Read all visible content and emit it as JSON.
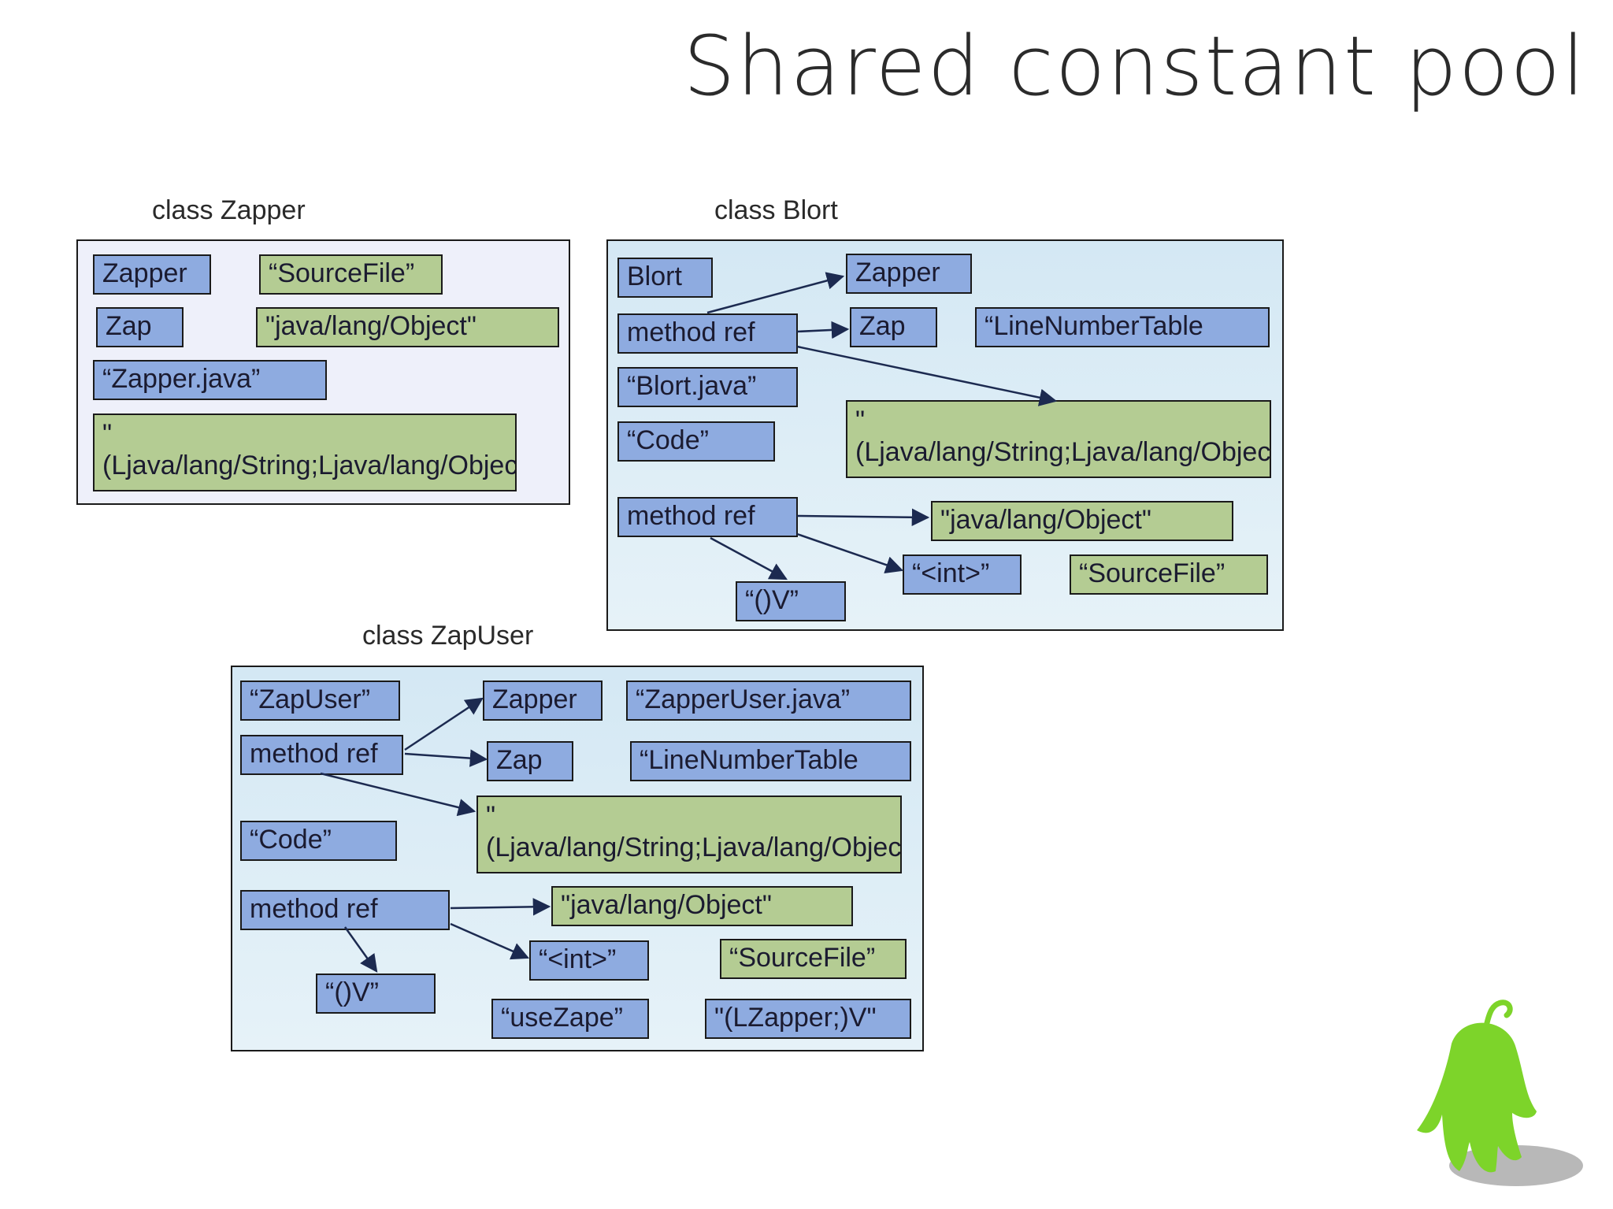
{
  "title": "Shared constant pool",
  "zapper": {
    "label": "class Zapper",
    "items": [
      "Zapper",
      "“SourceFile”",
      "Zap",
      "\"java/lang/Object\"",
      "“Zapper.java”",
      "\"(Ljava/lang/String;Ljava/lang/Object;)Ljava/lang/String;\""
    ]
  },
  "blort": {
    "label": "class Blort",
    "items": [
      "Blort",
      "Zapper",
      "method ref",
      "Zap",
      "“LineNumberTable",
      "“Blort.java”",
      "\"(Ljava/lang/String;Ljava/lang/Object;)Ljava/lang/String;\"",
      "“Code”",
      "method ref",
      "\"java/lang/Object\"",
      "“<int>”",
      "“SourceFile”",
      "“()V”"
    ]
  },
  "zapuser": {
    "label": "class ZapUser",
    "items": [
      "“ZapUser”",
      "Zapper",
      "“ZapperUser.java”",
      "method ref",
      "Zap",
      "“LineNumberTable",
      "\"(Ljava/lang/String;Ljava/lang/Object;)Ljava/lang/String;\"",
      "“Code”",
      "method ref",
      "\"java/lang/Object\"",
      "“<int>”",
      "“SourceFile”",
      "“()V”",
      "“useZape”",
      "\"(LZapper;)V\""
    ]
  },
  "colors": {
    "blue_entry": "#8eabe0",
    "green_entry": "#b4cc93",
    "mascot": "#7dd42a"
  }
}
